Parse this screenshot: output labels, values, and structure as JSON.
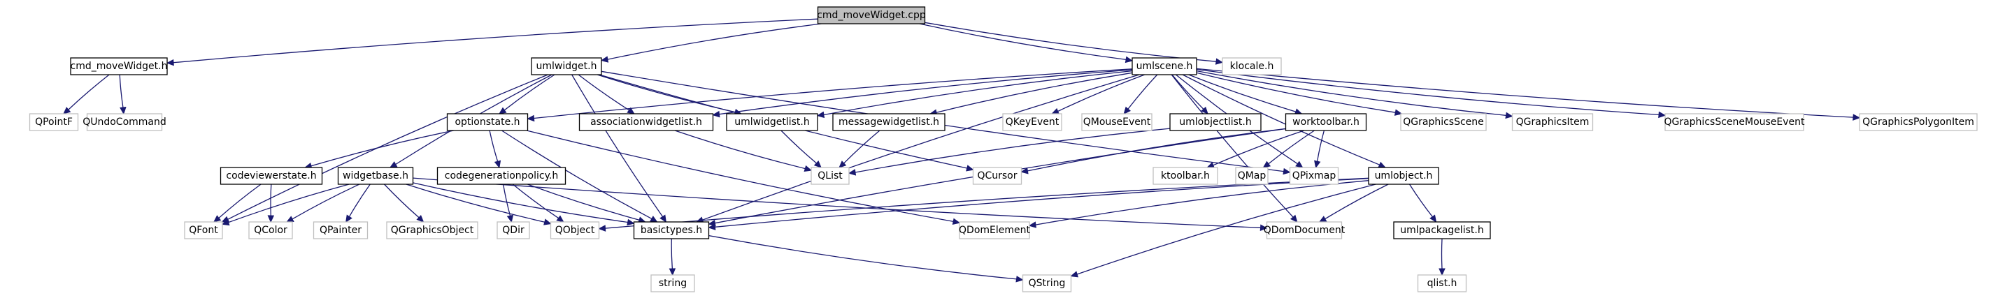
{
  "diagram": {
    "nodes": [
      {
        "id": "cmd_movewidget_cpp",
        "label": "cmd_moveWidget.cpp",
        "kind": "root"
      },
      {
        "id": "cmd_movewidget_h",
        "label": "cmd_moveWidget.h",
        "kind": "file"
      },
      {
        "id": "umlwidget_h",
        "label": "umlwidget.h",
        "kind": "file"
      },
      {
        "id": "umlscene_h",
        "label": "umlscene.h",
        "kind": "file"
      },
      {
        "id": "klocale_h",
        "label": "klocale.h",
        "kind": "external"
      },
      {
        "id": "qpointf",
        "label": "QPointF",
        "kind": "external"
      },
      {
        "id": "qundocommand",
        "label": "QUndoCommand",
        "kind": "external"
      },
      {
        "id": "optionstate_h",
        "label": "optionstate.h",
        "kind": "file"
      },
      {
        "id": "associationwidgetlist_h",
        "label": "associationwidgetlist.h",
        "kind": "file"
      },
      {
        "id": "umlwidgetlist_h",
        "label": "umlwidgetlist.h",
        "kind": "file"
      },
      {
        "id": "messagewidgetlist_h",
        "label": "messagewidgetlist.h",
        "kind": "file"
      },
      {
        "id": "qcursor",
        "label": "QCursor",
        "kind": "external"
      },
      {
        "id": "qkeyevent",
        "label": "QKeyEvent",
        "kind": "external"
      },
      {
        "id": "qmouseevent",
        "label": "QMouseEvent",
        "kind": "external"
      },
      {
        "id": "umlobjectlist_h",
        "label": "umlobjectlist.h",
        "kind": "file"
      },
      {
        "id": "worktoolbar_h",
        "label": "worktoolbar.h",
        "kind": "file"
      },
      {
        "id": "qgraphicsscene",
        "label": "QGraphicsScene",
        "kind": "external"
      },
      {
        "id": "qgraphicsitem",
        "label": "QGraphicsItem",
        "kind": "external"
      },
      {
        "id": "qgraphicsscenemouseevent",
        "label": "QGraphicsSceneMouseEvent",
        "kind": "external"
      },
      {
        "id": "qgraphicspolygonitem",
        "label": "QGraphicsPolygonItem",
        "kind": "external"
      },
      {
        "id": "codeviewerstate_h",
        "label": "codeviewerstate.h",
        "kind": "file"
      },
      {
        "id": "widgetbase_h",
        "label": "widgetbase.h",
        "kind": "file"
      },
      {
        "id": "codegenerationpolicy_h",
        "label": "codegenerationpolicy.h",
        "kind": "file"
      },
      {
        "id": "qlist",
        "label": "QList",
        "kind": "external"
      },
      {
        "id": "ktoolbar_h",
        "label": "ktoolbar.h",
        "kind": "external"
      },
      {
        "id": "qmap",
        "label": "QMap",
        "kind": "external"
      },
      {
        "id": "qpixmap",
        "label": "QPixmap",
        "kind": "external"
      },
      {
        "id": "umlobject_h",
        "label": "umlobject.h",
        "kind": "file"
      },
      {
        "id": "qfont",
        "label": "QFont",
        "kind": "external"
      },
      {
        "id": "qcolor",
        "label": "QColor",
        "kind": "external"
      },
      {
        "id": "qpainter",
        "label": "QPainter",
        "kind": "external"
      },
      {
        "id": "qgraphicsobject",
        "label": "QGraphicsObject",
        "kind": "external"
      },
      {
        "id": "qdir",
        "label": "QDir",
        "kind": "external"
      },
      {
        "id": "qobject",
        "label": "QObject",
        "kind": "external"
      },
      {
        "id": "basictypes_h",
        "label": "basictypes.h",
        "kind": "file"
      },
      {
        "id": "qdomelement",
        "label": "QDomElement",
        "kind": "external"
      },
      {
        "id": "qdomdocument",
        "label": "QDomDocument",
        "kind": "external"
      },
      {
        "id": "umlpackagelist_h",
        "label": "umlpackagelist.h",
        "kind": "file"
      },
      {
        "id": "string",
        "label": "string",
        "kind": "external"
      },
      {
        "id": "qstring",
        "label": "QString",
        "kind": "external"
      },
      {
        "id": "qlist_h",
        "label": "qlist.h",
        "kind": "external"
      }
    ],
    "edges": [
      [
        "cmd_movewidget_cpp",
        "cmd_movewidget_h"
      ],
      [
        "cmd_movewidget_cpp",
        "umlwidget_h"
      ],
      [
        "cmd_movewidget_cpp",
        "umlscene_h"
      ],
      [
        "cmd_movewidget_cpp",
        "klocale_h"
      ],
      [
        "cmd_movewidget_h",
        "qpointf"
      ],
      [
        "cmd_movewidget_h",
        "qundocommand"
      ],
      [
        "umlwidget_h",
        "optionstate_h"
      ],
      [
        "umlwidget_h",
        "associationwidgetlist_h"
      ],
      [
        "umlwidget_h",
        "umlwidgetlist_h"
      ],
      [
        "umlwidget_h",
        "widgetbase_h"
      ],
      [
        "umlwidget_h",
        "basictypes_h"
      ],
      [
        "umlwidget_h",
        "qfont"
      ],
      [
        "umlwidget_h",
        "qcursor"
      ],
      [
        "umlwidget_h",
        "qpixmap"
      ],
      [
        "umlscene_h",
        "optionstate_h"
      ],
      [
        "umlscene_h",
        "associationwidgetlist_h"
      ],
      [
        "umlscene_h",
        "umlwidgetlist_h"
      ],
      [
        "umlscene_h",
        "messagewidgetlist_h"
      ],
      [
        "umlscene_h",
        "qkeyevent"
      ],
      [
        "umlscene_h",
        "qmouseevent"
      ],
      [
        "umlscene_h",
        "umlobjectlist_h"
      ],
      [
        "umlscene_h",
        "worktoolbar_h"
      ],
      [
        "umlscene_h",
        "qgraphicsscene"
      ],
      [
        "umlscene_h",
        "qgraphicsitem"
      ],
      [
        "umlscene_h",
        "qgraphicsscenemouseevent"
      ],
      [
        "umlscene_h",
        "qgraphicspolygonitem"
      ],
      [
        "umlscene_h",
        "umlobject_h"
      ],
      [
        "umlscene_h",
        "basictypes_h"
      ],
      [
        "umlscene_h",
        "qpixmap"
      ],
      [
        "umlscene_h",
        "qdomdocument"
      ],
      [
        "optionstate_h",
        "codeviewerstate_h"
      ],
      [
        "optionstate_h",
        "codegenerationpolicy_h"
      ],
      [
        "optionstate_h",
        "basictypes_h"
      ],
      [
        "optionstate_h",
        "qdomelement"
      ],
      [
        "associationwidgetlist_h",
        "qlist"
      ],
      [
        "umlwidgetlist_h",
        "qlist"
      ],
      [
        "messagewidgetlist_h",
        "qlist"
      ],
      [
        "umlobjectlist_h",
        "qlist"
      ],
      [
        "worktoolbar_h",
        "qcursor"
      ],
      [
        "worktoolbar_h",
        "ktoolbar_h"
      ],
      [
        "worktoolbar_h",
        "qmap"
      ],
      [
        "worktoolbar_h",
        "qpixmap"
      ],
      [
        "worktoolbar_h",
        "basictypes_h"
      ],
      [
        "codeviewerstate_h",
        "qfont"
      ],
      [
        "codeviewerstate_h",
        "qcolor"
      ],
      [
        "widgetbase_h",
        "qfont"
      ],
      [
        "widgetbase_h",
        "qcolor"
      ],
      [
        "widgetbase_h",
        "qpainter"
      ],
      [
        "widgetbase_h",
        "qgraphicsobject"
      ],
      [
        "widgetbase_h",
        "qobject"
      ],
      [
        "widgetbase_h",
        "basictypes_h"
      ],
      [
        "widgetbase_h",
        "qdomdocument"
      ],
      [
        "codegenerationpolicy_h",
        "qdir"
      ],
      [
        "codegenerationpolicy_h",
        "qobject"
      ],
      [
        "codegenerationpolicy_h",
        "basictypes_h"
      ],
      [
        "umlobject_h",
        "qobject"
      ],
      [
        "umlobject_h",
        "basictypes_h"
      ],
      [
        "umlobject_h",
        "qdomelement"
      ],
      [
        "umlobject_h",
        "qdomdocument"
      ],
      [
        "umlobject_h",
        "umlpackagelist_h"
      ],
      [
        "umlobject_h",
        "qstring"
      ],
      [
        "basictypes_h",
        "string"
      ],
      [
        "basictypes_h",
        "qstring"
      ],
      [
        "umlpackagelist_h",
        "qlist_h"
      ]
    ]
  }
}
